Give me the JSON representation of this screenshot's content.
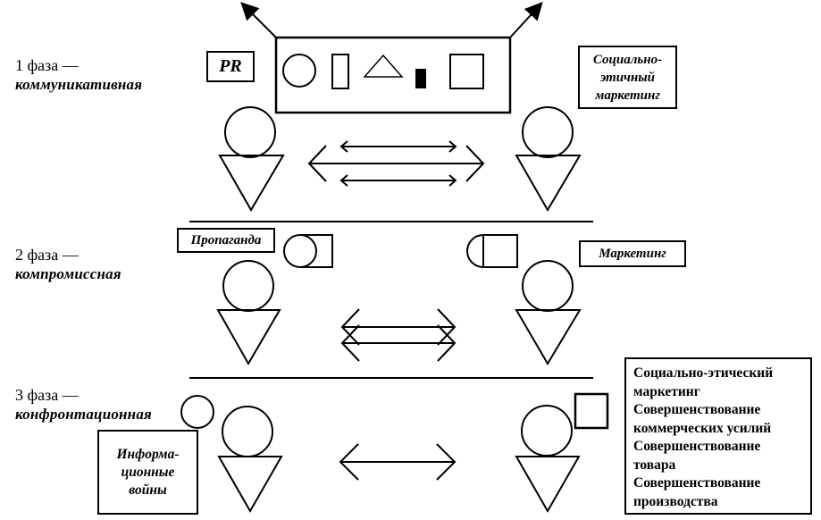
{
  "phases": [
    {
      "number_label": "1 фаза —",
      "name": "коммуникативная"
    },
    {
      "number_label": "2 фаза —",
      "name": "компромиссная"
    },
    {
      "number_label": "3 фаза —",
      "name": "конфронтационная"
    }
  ],
  "phase1": {
    "left_label": "PR",
    "right_label": [
      "Социально-",
      "этичный",
      "маркетинг"
    ],
    "panel_shapes": [
      "circle",
      "tall-rectangle",
      "triangle",
      "small-filled-rectangle",
      "square"
    ],
    "connector": "three double-headed arrows (two short, one long in between)"
  },
  "phase2": {
    "left_label": "Пропаганда",
    "right_label": "Маркетинг",
    "connector": "two crossed double-headed arrows"
  },
  "phase3": {
    "left_label": [
      "Информа-",
      "ционные",
      "войны"
    ],
    "right_list": [
      "Социально-этический",
      "маркетинг",
      "Совершенствование",
      "коммерческих усилий",
      "Совершенствование",
      "товара",
      "Совершенствование",
      "производства"
    ],
    "connector": "single double-headed arrow"
  }
}
